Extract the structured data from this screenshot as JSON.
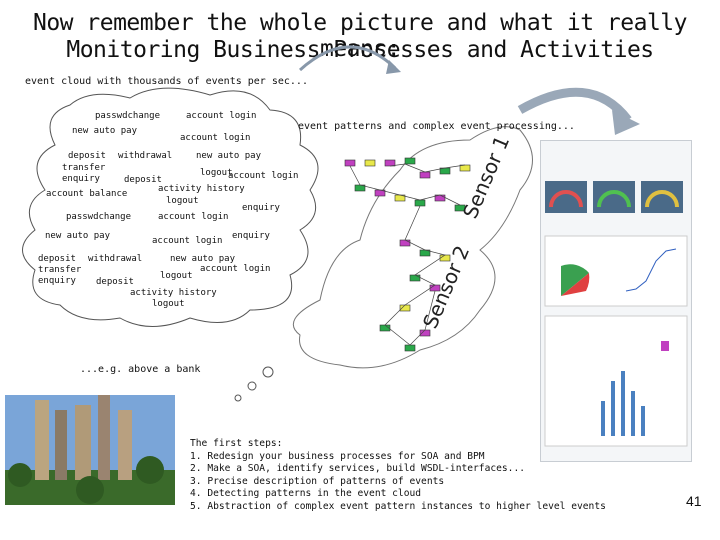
{
  "title": {
    "line1": "Now remember the whole picture and what it really means:",
    "line2": "Monitoring  Business Processes and Activities"
  },
  "cloud_caption": "event cloud with thousands of events per sec...",
  "patterns_caption": "event patterns and complex event processing...",
  "bank_caption": "...e.g. above a bank",
  "sensor1": "Sensor 1",
  "sensor2": "Sensor 2",
  "events": {
    "e1": "passwdchange",
    "e2": "account login",
    "e3": "new auto pay",
    "e4": "account login",
    "e5": "deposit",
    "e6": "withdrawal",
    "e7": "new auto pay",
    "e8": "transfer",
    "e9": "logout",
    "e10": "enquiry",
    "e11": "deposit",
    "e12": "account login",
    "e13": "activity history",
    "e14": "account balance",
    "e15": "logout",
    "e16": "enquiry",
    "e17": "passwdchange",
    "e18": "account login",
    "e19": "new auto pay",
    "e20": "account login",
    "e21": "enquiry",
    "e22": "deposit",
    "e23": "withdrawal",
    "e24": "new auto pay",
    "e25": "transfer",
    "e26": "account login",
    "e27": "logout",
    "e28": "enquiry",
    "e29": "deposit",
    "e30": "activity history",
    "e31": "logout"
  },
  "steps": {
    "heading": "The first steps:",
    "s1": "1. Redesign your business processes for SOA and BPM",
    "s2": "2. Make a SOA, identify services, build WSDL-interfaces...",
    "s3": "3. Precise description of patterns of events",
    "s4": "4. Detecting patterns in the event cloud",
    "s5": "5. Abstraction of complex event pattern instances to higher level events"
  },
  "page_number": "41",
  "colors": {
    "arrow": "#9aa8b8",
    "node_green": "#2aa84a",
    "node_purple": "#c040c0",
    "node_yellow": "#e8e84a"
  }
}
